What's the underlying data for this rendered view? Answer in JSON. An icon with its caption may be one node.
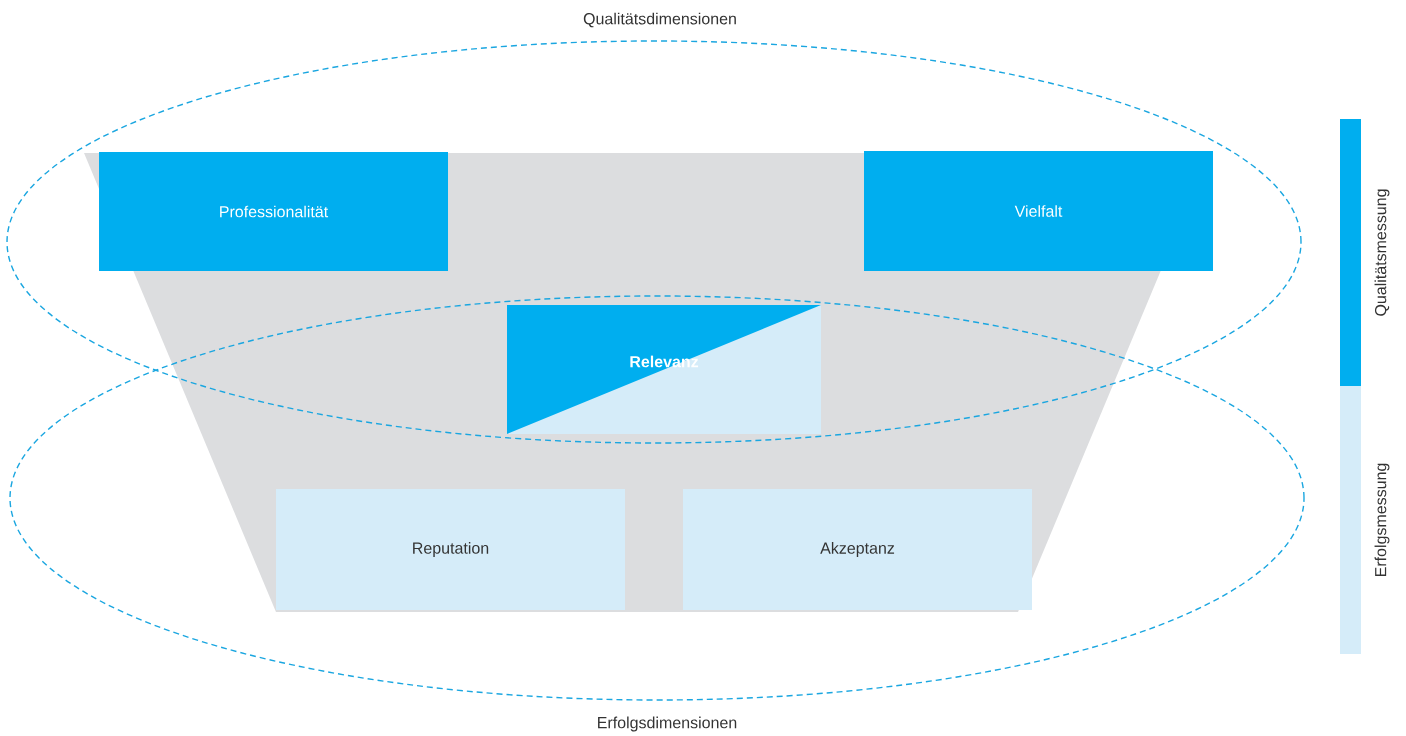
{
  "diagram": {
    "nodes": [
      {
        "text": [
          "Qualitätsdimensionen"
        ]
      },
      {
        "text": [
          "Professionalität"
        ],
        "in": 0
      },
      {
        "text": [
          "Vielfalt"
        ],
        "in": 0
      },
      {
        "text": [
          "Relevanz"
        ]
      },
      {
        "text": [
          "Reputation"
        ],
        "in": 6
      },
      {
        "text": [
          "Akzeptanz"
        ],
        "in": 6
      },
      {
        "text": [
          "Erfolgsdimensionen"
        ]
      }
    ],
    "legend": [
      {
        "text": "Qualitätsmessung",
        "color": "#00aeef"
      },
      {
        "text": "Erfolgsmessung",
        "color": "#d5ecf9"
      }
    ]
  }
}
